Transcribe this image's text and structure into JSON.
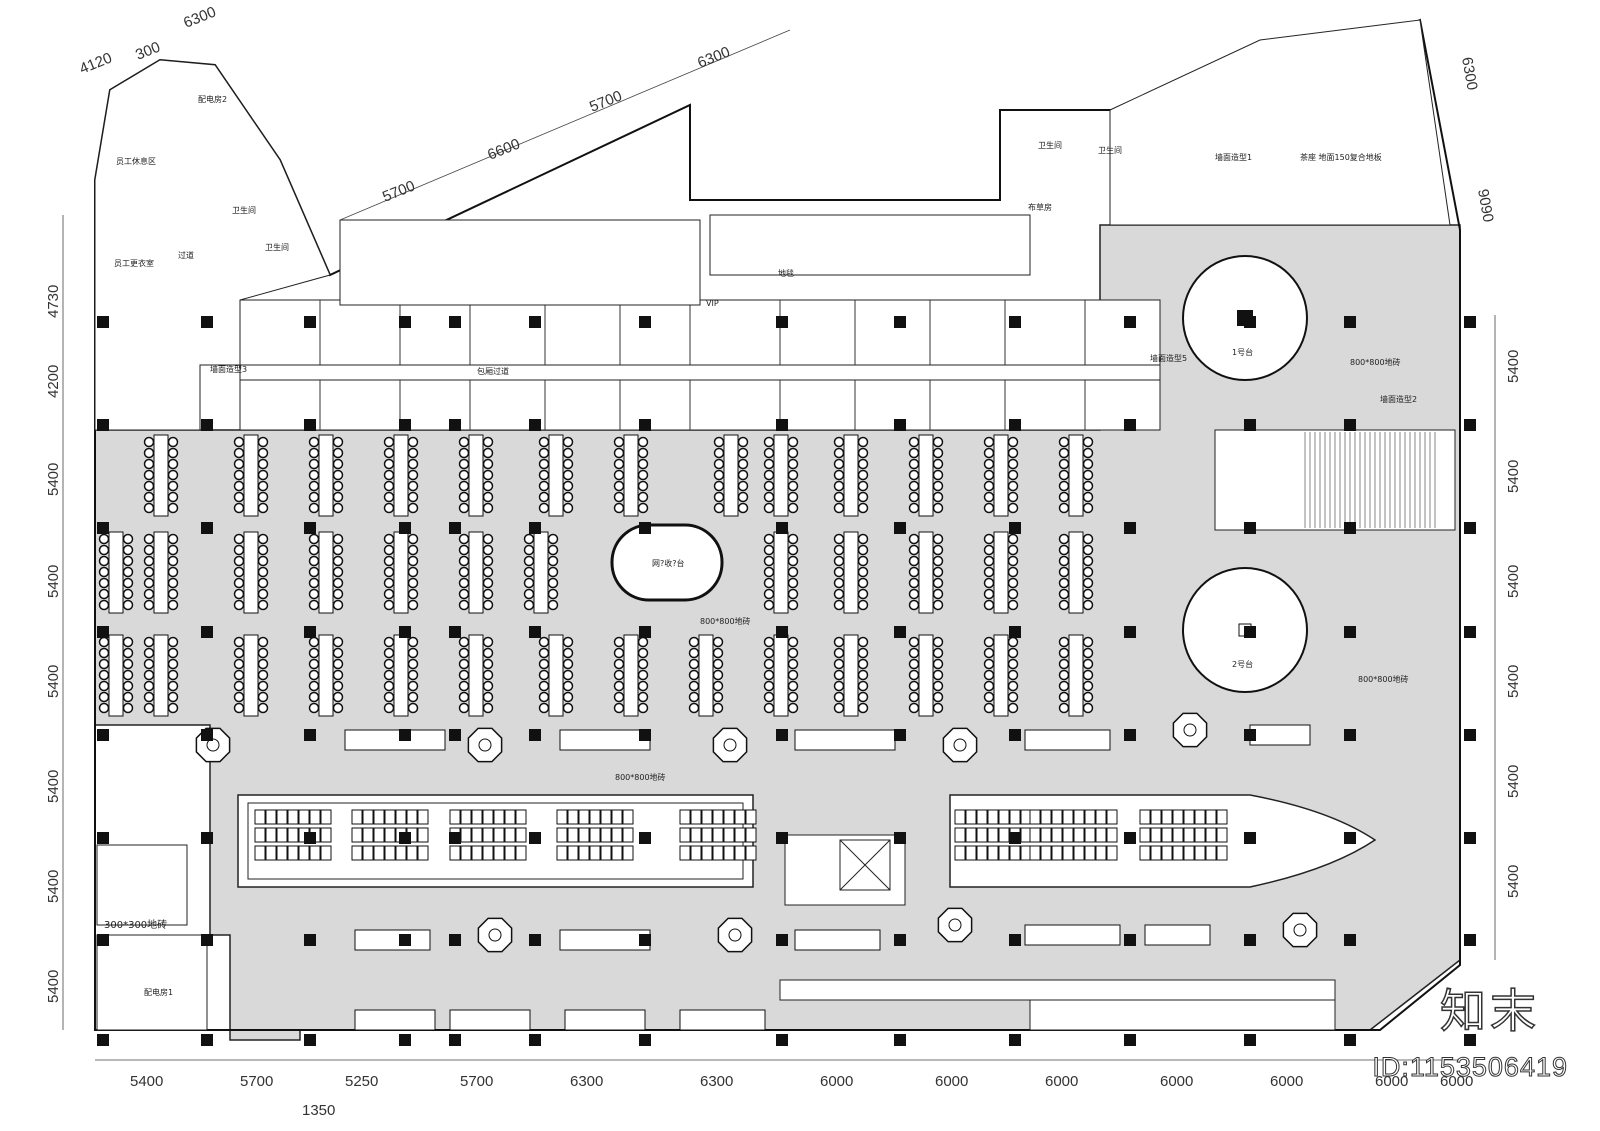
{
  "dimensions": {
    "bottom": [
      "5400",
      "5700",
      "5250",
      "5700",
      "6300",
      "6300",
      "6000",
      "6000",
      "6000",
      "6000",
      "6000",
      "6000",
      "6000"
    ],
    "bottom_extra": "1350",
    "left": [
      "4730",
      "4200",
      "5400",
      "5400",
      "5400",
      "5400",
      "5400",
      "5400"
    ],
    "right": [
      "5400",
      "5400",
      "5400",
      "5400",
      "5400",
      "5400"
    ],
    "top_left": [
      "4120",
      "300",
      "6300"
    ],
    "top_diagonal": [
      "5700",
      "6600",
      "5700",
      "6300"
    ],
    "top_right": [
      "6300",
      "9090"
    ]
  },
  "rooms": {
    "power_room_2": "配电房2",
    "staff_rest": "员工休息区",
    "washroom_a": "卫生间",
    "washroom_b": "卫生间",
    "passage": "过道",
    "staff_changing": "员工更衣室",
    "linen_room": "布草房",
    "washroom_c": "卫生间",
    "washroom_d": "卫生间",
    "tea_area": "茶座\n地面150复合地板",
    "table_1": "1号台",
    "table_2": "2号台",
    "power_room_1": "配电房1",
    "floor_tile_small": "300*300地砖",
    "center_stage": "网?收?台"
  },
  "labels": {
    "wall_type_1": "墙面造型1",
    "wall_type_2": "墙面造型2",
    "wall_type_3": "墙面造型3",
    "wall_type_5": "墙面造型5",
    "room_corridor": "包厢过道",
    "floor_800": "800*800地砖",
    "vip": "VIP",
    "floor_label": "地毯"
  },
  "watermark": {
    "brand": "知末",
    "id": "ID:1153506419"
  }
}
